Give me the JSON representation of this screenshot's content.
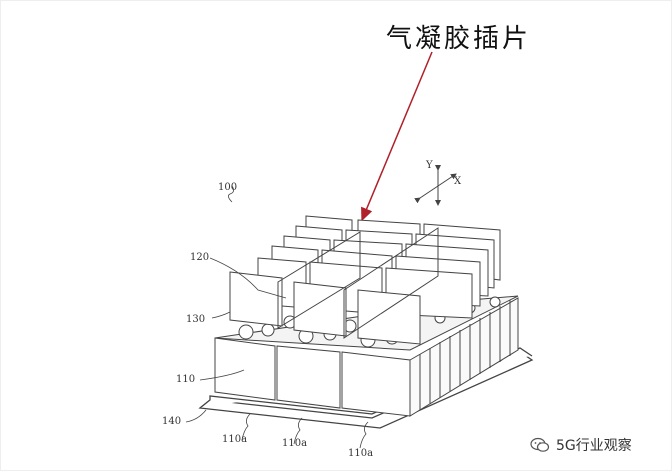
{
  "headline": "气凝胶插片",
  "figure": {
    "ref_100": "100",
    "ref_120": "120",
    "ref_130": "130",
    "ref_110": "110",
    "ref_140": "140",
    "ref_110a_1": "110a",
    "ref_110a_2": "110a",
    "ref_110a_3": "110a",
    "axis_y": "Y",
    "axis_x": "X"
  },
  "watermark": {
    "text": "5G行业观察",
    "icon": "wechat-bubble-icon"
  },
  "colors": {
    "arrow": "#b0202a",
    "line": "#444444"
  }
}
